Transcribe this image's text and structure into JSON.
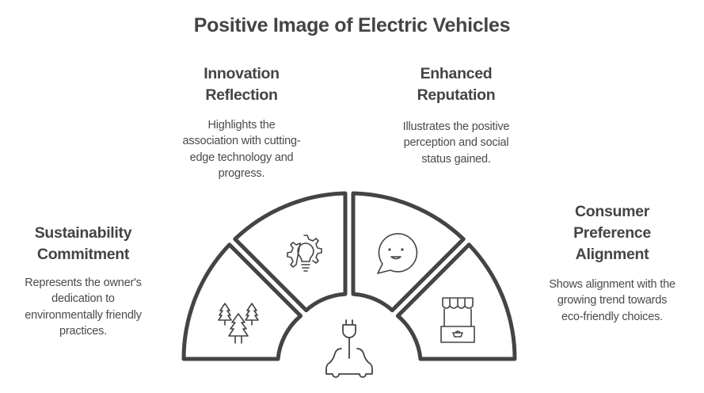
{
  "title": "Positive Image of Electric Vehicles",
  "stroke_color": "#444444",
  "items": [
    {
      "heading": [
        "Sustainability",
        "Commitment"
      ],
      "body": [
        "Represents the owner's",
        "dedication to",
        "environmentally friendly",
        "practices."
      ],
      "icon": "trees-icon"
    },
    {
      "heading": [
        "Innovation",
        "Reflection"
      ],
      "body": [
        "Highlights the",
        "association with cutting-",
        "edge technology and",
        "progress."
      ],
      "icon": "lightbulb-gear-icon"
    },
    {
      "heading": [
        "Enhanced",
        "Reputation"
      ],
      "body": [
        "Illustrates the positive",
        "perception and social",
        "status gained."
      ],
      "icon": "smiling-speech-bubble-icon"
    },
    {
      "heading": [
        "Consumer",
        "Preference",
        "Alignment"
      ],
      "body": [
        "Shows alignment with the",
        "growing trend towards",
        "eco-friendly choices."
      ],
      "icon": "market-stall-icon"
    }
  ],
  "center_icon": "electric-car-plug-icon"
}
